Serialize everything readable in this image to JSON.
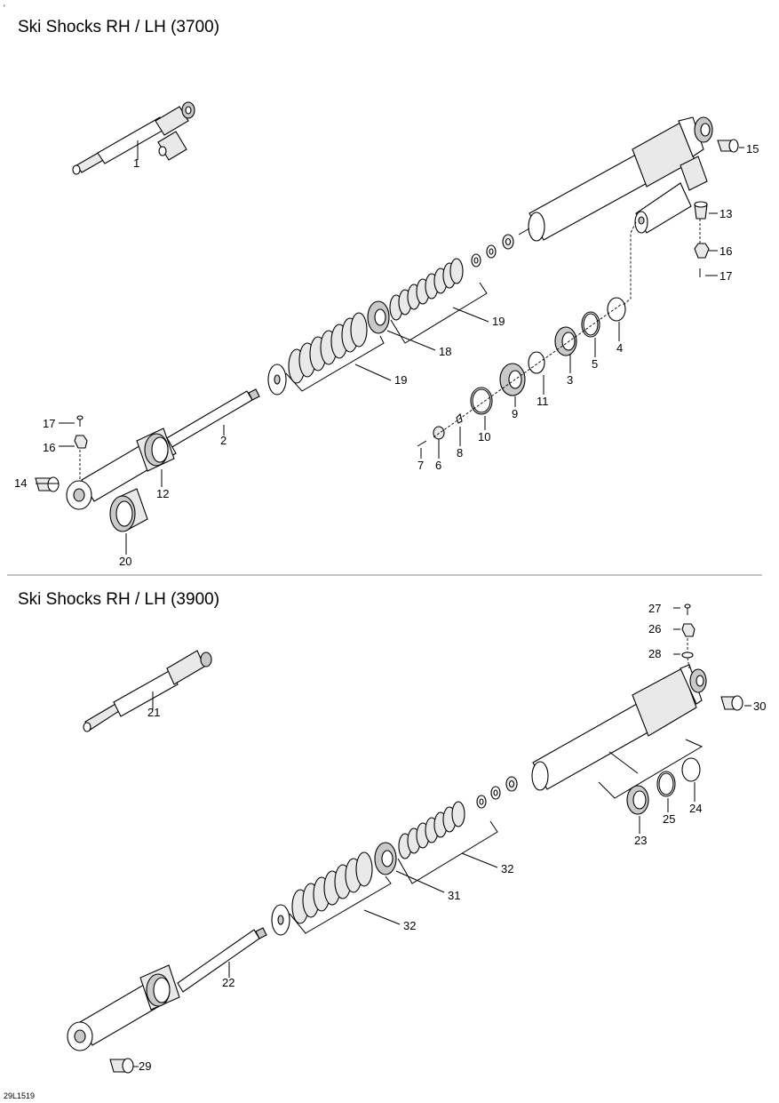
{
  "corner_mark": "'",
  "drawing_code": "29L1519",
  "sections": [
    {
      "title": "Ski Shocks RH / LH (3700)"
    },
    {
      "title": "Ski Shocks RH / LH (3900)"
    }
  ],
  "callouts": [
    "1",
    "2",
    "3",
    "4",
    "5",
    "6",
    "7",
    "8",
    "9",
    "10",
    "11",
    "12",
    "13",
    "14",
    "15",
    "16",
    "17",
    "18",
    "19",
    "19",
    "16",
    "17",
    "20",
    "21",
    "22",
    "23",
    "24",
    "25",
    "26",
    "27",
    "28",
    "29",
    "30",
    "31",
    "32",
    "32"
  ]
}
